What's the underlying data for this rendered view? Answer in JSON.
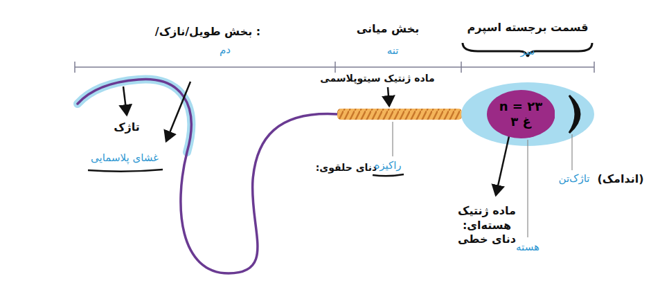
{
  "diagram": {
    "nodes": [
      {
        "text": [
          "n = ۲۳",
          "غ ۳"
        ]
      }
    ],
    "labels": [
      "دم",
      ": بخش طویل/نازک/",
      "بخش میانی",
      "تنه",
      "قسمت برجسته اسپرم",
      "سر",
      "ماده ژنتیک سیتوپلاسمی",
      "تاژک",
      "غشای پلاسمایی",
      "دنای حلقوی:",
      "راکیزه",
      "ماده ژنتیک هسته‌ای: دنای خطی",
      "هسته",
      "(اندامک)",
      "تاژک‌تن"
    ]
  }
}
